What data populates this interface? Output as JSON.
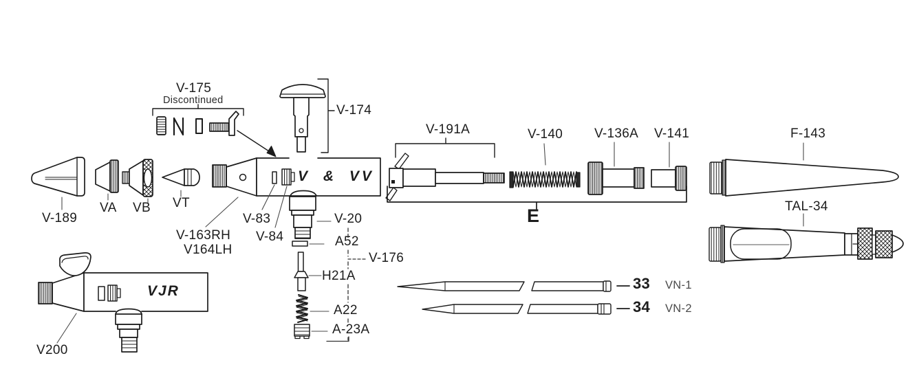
{
  "labels": {
    "v175": "V-175",
    "discontinued": "Discontinued",
    "v174": "V-174",
    "v189": "V-189",
    "va": "VA",
    "vb": "VB",
    "vt": "VT",
    "v83": "V-83",
    "v84": "V-84",
    "v163rh": "V-163RH",
    "v164lh": "V164LH",
    "v20": "V-20",
    "a52": "A52",
    "v176": "V-176",
    "h21a": "H21A",
    "a22": "A22",
    "a23a": "A-23A",
    "v191a": "V-191A",
    "v140": "V-140",
    "v136a": "V-136A",
    "v141": "V-141",
    "e": "E",
    "f143": "F-143",
    "tal34": "TAL-34",
    "n33": "33",
    "vn1": "VN-1",
    "n34": "34",
    "vn2": "VN-2",
    "v200": "V200",
    "body_vvv": "V & VV",
    "body_vjr": "VJR"
  },
  "colors": {
    "line": "#1c1c1c",
    "leader": "#4a4a4a",
    "text": "#1d1d1d",
    "muted_text": "#4a4a4a",
    "bg": "#ffffff"
  }
}
